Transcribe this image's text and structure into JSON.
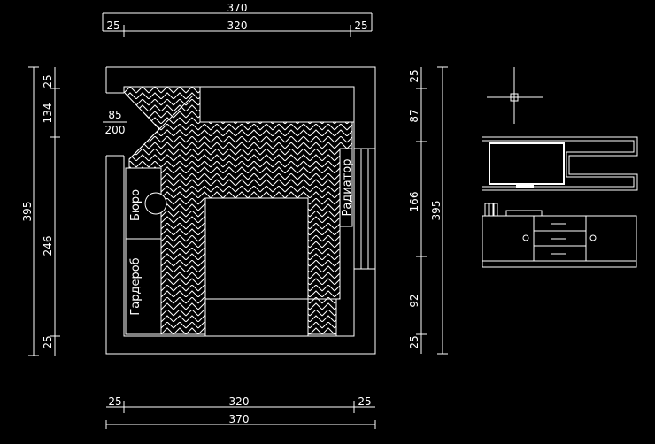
{
  "dims_top": {
    "total": "370",
    "left": "25",
    "middle": "320",
    "right": "25"
  },
  "dims_bottom": {
    "total": "370",
    "left": "25",
    "middle": "320",
    "right": "25"
  },
  "dims_left": {
    "total": "395",
    "top": "25",
    "second": "134",
    "third": "246",
    "bottom": "25"
  },
  "dims_right": {
    "total": "395",
    "top": "25",
    "second": "87",
    "third": "166",
    "fourth": "92",
    "bottom": "25"
  },
  "door": {
    "width": "85",
    "height": "200"
  },
  "labels": {
    "desk": "Бюро",
    "wardrobe": "Гардероб",
    "radiator": "Радиатор"
  }
}
